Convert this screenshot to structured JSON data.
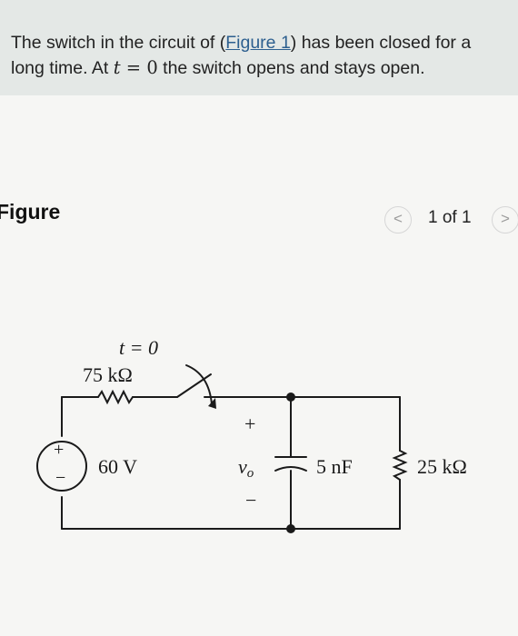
{
  "problem": {
    "text_before_link": "The switch in the circuit of (",
    "link_text": "Figure 1",
    "text_after_link": ") has been closed for a long time. At ",
    "math_var": "t",
    "math_eq": " = 0",
    "text_end": " the switch opens and stays open."
  },
  "figure": {
    "title": "Figure",
    "page_count": "1 of 1",
    "prev_symbol": "<",
    "next_symbol": ">"
  },
  "circuit": {
    "switch_label": "t = 0",
    "resistor1_label": "75 kΩ",
    "source_label": "60 V",
    "source_plus": "+",
    "source_minus": "−",
    "vo_plus": "+",
    "vo_label": "v",
    "vo_sub": "o",
    "vo_minus": "−",
    "capacitor_label": "5 nF",
    "resistor2_label": "25 kΩ"
  }
}
